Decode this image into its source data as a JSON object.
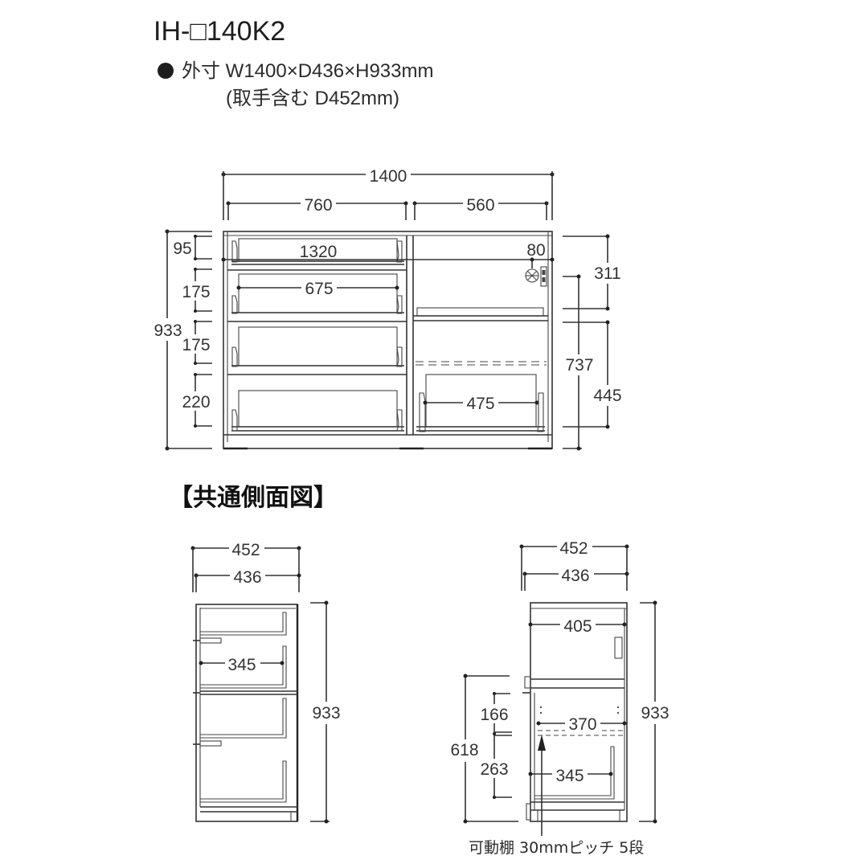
{
  "header": {
    "model": "IH-□140K2",
    "dimensions_label": "外寸 W1400×D436×H933mm",
    "handle_depth_note": "(取手含む D452mm)"
  },
  "front_view": {
    "overall_width": "1400",
    "left_section_width": "760",
    "right_section_width": "560",
    "inner_width": "1320",
    "top_drawer_inner_width": "675",
    "outlet_offset": "80",
    "right_bottom_drawer_inner_width": "475",
    "overall_height": "933",
    "left_heights": [
      "95",
      "175",
      "175",
      "220"
    ],
    "right_upper_height": "311",
    "right_total_height": "737",
    "right_lower_height": "445",
    "icons": [
      "outlet-icon",
      "switch-icon"
    ]
  },
  "section_heading": "【共通側面図】",
  "side_view_left": {
    "depth_with_handle": "452",
    "depth": "436",
    "drawer_inner_depth": "345",
    "height": "933"
  },
  "side_view_right": {
    "depth_with_handle": "452",
    "depth": "436",
    "upper_inner_depth": "405",
    "shelf_depth": "370",
    "drawer_inner_depth": "345",
    "height": "933",
    "lower_height": "618",
    "shelf_upper": "166",
    "shelf_lower": "263"
  },
  "footnote": "可動棚 30mmピッチ 5段"
}
